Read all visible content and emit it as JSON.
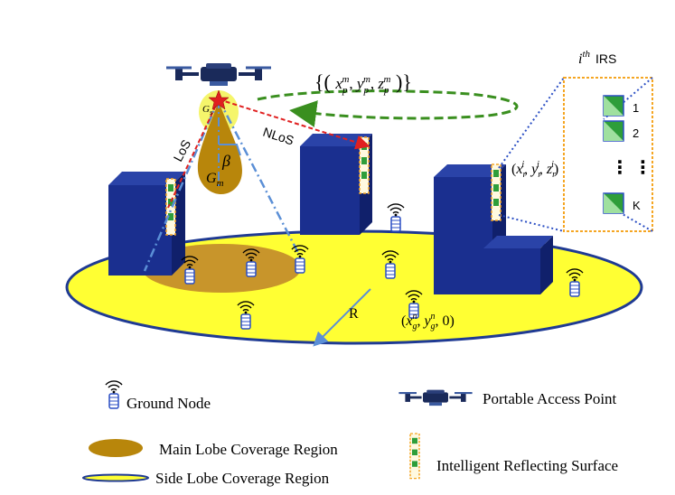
{
  "labels": {
    "los": "LoS",
    "nlos": "NLoS",
    "beta": "β",
    "gm": "G",
    "gm_sub": "m",
    "gs": "G",
    "gs_sub": "s",
    "radius": "R",
    "irs_title_i": "i",
    "irs_title_th": "th",
    "irs_title": "IRS",
    "irs_elements": [
      "1",
      "2",
      "K"
    ],
    "irs_dots": "⋮ ⋮",
    "uav_traj_open": "{(",
    "uav_traj_xyz": [
      "x",
      "p",
      "m",
      "y",
      "p",
      "m",
      "z",
      "p",
      "m"
    ],
    "uav_traj_close": ")}",
    "irs_coord": [
      "x",
      "r",
      "i",
      "y",
      "r",
      "i",
      "z",
      "r",
      "i"
    ],
    "node_coord": [
      "x",
      "g",
      "n",
      "y",
      "g",
      "n",
      "0"
    ]
  },
  "legend": {
    "ground_node": "Ground Node",
    "portable_access_point": "Portable Access Point",
    "main_lobe": "Main Lobe Coverage Region",
    "side_lobe": "Side Lobe Coverage Region",
    "irs": "Intelligent Reflecting Surface"
  },
  "colors": {
    "ground": "#ffff33",
    "ground_edge": "#1f3a93",
    "building": "#1a2f8f",
    "building_side": "#10206b",
    "main_lobe": "#b8860b",
    "side_lobe": "#f5f56b",
    "los_line": "#e02020",
    "beam_line": "#5b8fd6",
    "trajectory": "#3a8f1f",
    "irs_box": "#f5a623",
    "irs_dotted": "#2b4fc4",
    "uav": "#1a2a5a"
  },
  "icons": {
    "ground_node": "wifi-node-icon",
    "uav": "drone-icon",
    "irs": "irs-panel-icon",
    "star": "star-icon"
  }
}
